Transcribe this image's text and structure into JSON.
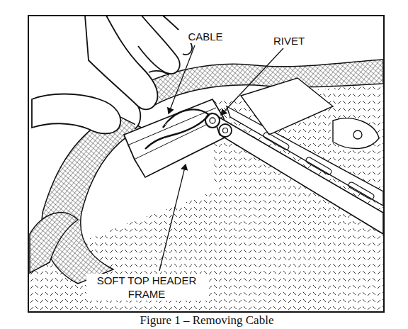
{
  "diagram": {
    "caption": "Figure 1 – Removing Cable",
    "labels": [
      "CABLE",
      "RIVET",
      "SOFT TOP HEADER FRAME"
    ]
  }
}
